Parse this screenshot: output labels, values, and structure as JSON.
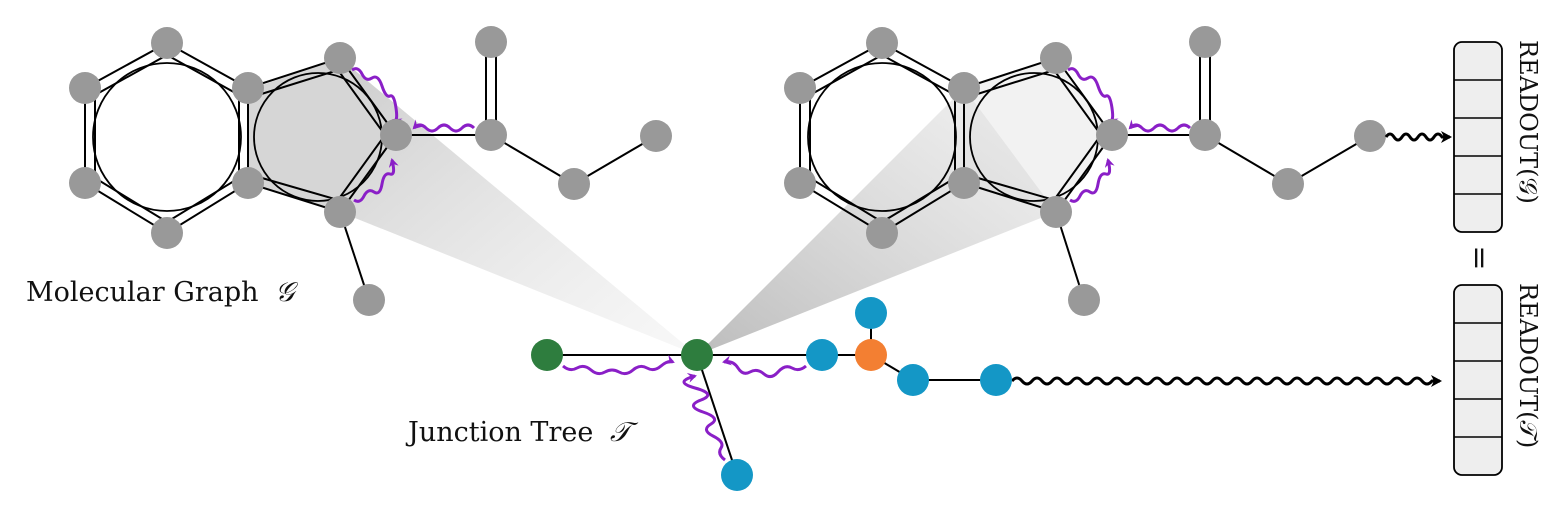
{
  "labels": {
    "molecular_graph": "Molecular Graph",
    "molecular_graph_sym": "𝒢",
    "junction_tree": "Junction Tree",
    "junction_tree_sym": "𝒯",
    "readout_g": "READOUT(𝒢)",
    "readout_t": "READOUT(𝒯)",
    "equals": "="
  },
  "colors": {
    "atom": "#999999",
    "green": "#2e7d3e",
    "blue": "#1497c6",
    "orange": "#f37f32",
    "message": "#8a1fc7",
    "shade": "#d0d0d0"
  }
}
